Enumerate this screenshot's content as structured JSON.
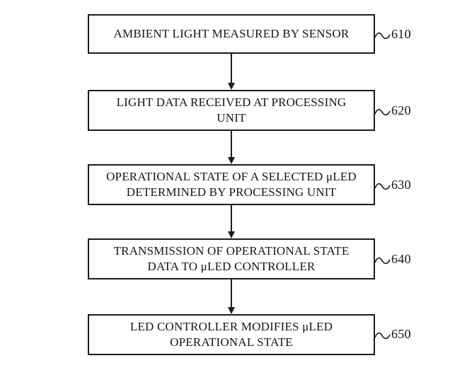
{
  "figure": {
    "background_color": "#ffffff",
    "line_color": "#1b1b1b",
    "type": "flowchart",
    "direction": "top-down"
  },
  "steps": [
    {
      "text": "AMBIENT LIGHT MEASURED BY SENSOR",
      "ref": "610"
    },
    {
      "text": "LIGHT DATA RECEIVED AT PROCESSING\nUNIT",
      "ref": "620"
    },
    {
      "text": "OPERATIONAL STATE OF A SELECTED μLED\nDETERMINED BY PROCESSING UNIT",
      "ref": "630"
    },
    {
      "text": "TRANSMISSION OF OPERATIONAL STATE\nDATA TO μLED CONTROLLER",
      "ref": "640"
    },
    {
      "text": "LED CONTROLLER MODIFIES μLED\nOPERATIONAL STATE",
      "ref": "650"
    }
  ]
}
